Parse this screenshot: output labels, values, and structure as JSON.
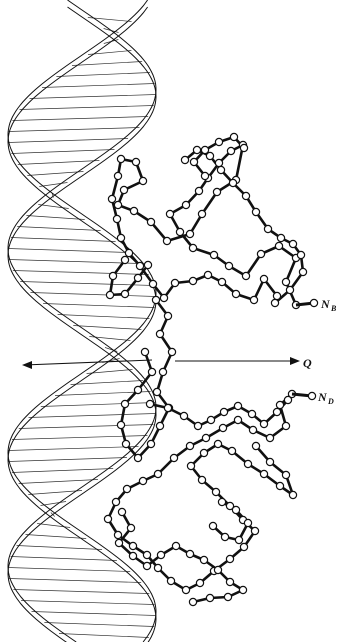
{
  "colors": {
    "ink": "#111111",
    "paper": "#ffffff",
    "atom_fill": "#ffffff"
  },
  "labels": {
    "q": "Q",
    "nb_main": "N",
    "nb_sub": "B",
    "nd_main": "N",
    "nd_sub": "D"
  }
}
